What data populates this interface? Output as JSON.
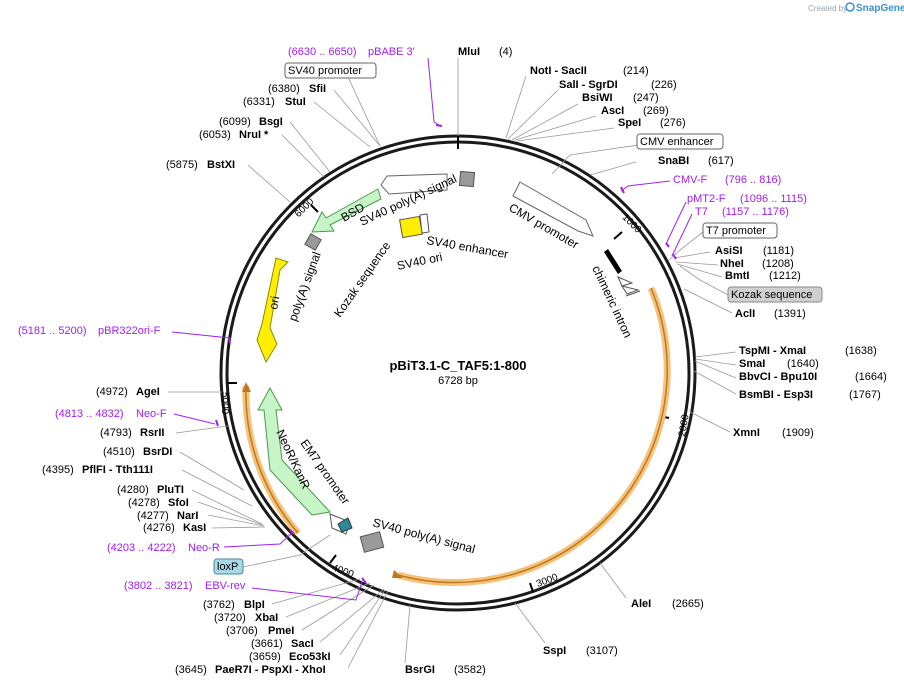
{
  "credit": {
    "prefix": "Created by",
    "brand": "SnapGene"
  },
  "plasmid": {
    "name": "pBiT3.1-C_TAF5:1-800",
    "size": "6728 bp"
  },
  "ticks": [
    "1000",
    "2000",
    "3000",
    "4000",
    "5000",
    "6000"
  ],
  "enzymes_right": [
    {
      "name": "MluI",
      "pos": "(4)"
    },
    {
      "name": "NotI  - SacII",
      "pos": "(214)"
    },
    {
      "name": "SalI  - SgrDI",
      "pos": "(226)"
    },
    {
      "name": "BsiWI",
      "pos": "(247)"
    },
    {
      "name": "AscI",
      "pos": "(269)"
    },
    {
      "name": "SpeI",
      "pos": "(276)"
    },
    {
      "name": "SnaBI",
      "pos": "(617)"
    },
    {
      "name": "AsiSI",
      "pos": "(1181)"
    },
    {
      "name": "NheI",
      "pos": "(1208)"
    },
    {
      "name": "BmtI",
      "pos": "(1212)"
    },
    {
      "name": "AclI",
      "pos": "(1391)"
    },
    {
      "name": "TspMI  - XmaI",
      "pos": "(1638)"
    },
    {
      "name": "SmaI",
      "pos": "(1640)"
    },
    {
      "name": "BbvCI  - Bpu10I",
      "pos": "(1664)"
    },
    {
      "name": "BsmBI  - Esp3I",
      "pos": "(1767)"
    },
    {
      "name": "XmnI",
      "pos": "(1909)"
    },
    {
      "name": "AleI",
      "pos": "(2665)"
    },
    {
      "name": "SspI",
      "pos": "(3107)"
    },
    {
      "name": "BsrGI",
      "pos": "(3582)"
    }
  ],
  "enzymes_left": [
    {
      "name": "SfiI",
      "pos": "(6380)"
    },
    {
      "name": "StuI",
      "pos": "(6331)"
    },
    {
      "name": "BsgI",
      "pos": "(6099)"
    },
    {
      "name": "NruI *",
      "pos": "(6053)"
    },
    {
      "name": "BstXI",
      "pos": "(5875)"
    },
    {
      "name": "AgeI",
      "pos": "(4972)"
    },
    {
      "name": "RsrII",
      "pos": "(4793)"
    },
    {
      "name": "BsrDI",
      "pos": "(4510)"
    },
    {
      "name": "PflFI  - Tth111I",
      "pos": "(4395)"
    },
    {
      "name": "PluTI",
      "pos": "(4280)"
    },
    {
      "name": "SfoI",
      "pos": "(4278)"
    },
    {
      "name": "NarI",
      "pos": "(4277)"
    },
    {
      "name": "KasI",
      "pos": "(4276)"
    },
    {
      "name": "BlpI",
      "pos": "(3762)"
    },
    {
      "name": "XbaI",
      "pos": "(3720)"
    },
    {
      "name": "PmeI",
      "pos": "(3706)"
    },
    {
      "name": "SacI",
      "pos": "(3661)"
    },
    {
      "name": "Eco53kI",
      "pos": "(3659)"
    },
    {
      "name": "PaeR7I  - PspXI  - XhoI",
      "pos": "(3645)"
    }
  ],
  "primers": [
    {
      "name": "pBABE 3'",
      "range": "(6630 .. 6650)"
    },
    {
      "name": "CMV-F",
      "range": "(796 .. 816)"
    },
    {
      "name": "pMT2-F",
      "range": "(1096 .. 1115)"
    },
    {
      "name": "T7",
      "range": "(1157 .. 1176)"
    },
    {
      "name": "pBR322ori-F",
      "range": "(5181 .. 5200)"
    },
    {
      "name": "Neo-F",
      "range": "(4813 .. 4832)"
    },
    {
      "name": "Neo-R",
      "range": "(4203 .. 4222)"
    },
    {
      "name": "EBV-rev",
      "range": "(3802 .. 3821)"
    }
  ],
  "boxed_labels": {
    "sv40_promoter": "SV40 promoter",
    "cmv_enhancer": "CMV enhancer",
    "t7_promoter": "T7 promoter",
    "kozak": "Kozak sequence",
    "loxp": "loxP"
  },
  "features": {
    "sv40_polya_top": "SV40 poly(A) signal",
    "cmv_promoter": "CMV promoter",
    "chimeric_intron": "chimeric intron",
    "bsd": "BSD",
    "sv40_enhancer": "SV40 enhancer",
    "sv40_ori": "SV40 ori",
    "kozak_inner": "Kozak sequence",
    "polya_signal": "poly(A) signal",
    "ori": "ori",
    "neor": "NeoR/KanR",
    "em7": "EM7 promoter",
    "sv40_polya_bottom": "SV40 poly(A) signal"
  },
  "colors": {
    "primer": "#a020f0",
    "backbone": "#1a1a1a",
    "orf_highlight": "#f5c27a",
    "yellow_feature": "#ffee00",
    "green_feature": "#c8f5c8",
    "grey_feature": "#9a9a9a",
    "loxp": "#a8d8e8",
    "kozak_box": "#d0d0d0"
  }
}
